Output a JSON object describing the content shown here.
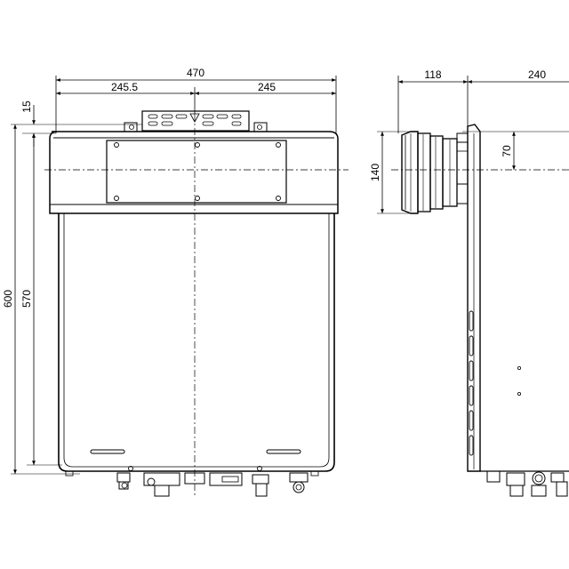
{
  "dimensions": {
    "total_width": "470",
    "left_half": "245.5",
    "right_half": "245",
    "top_offset": "15",
    "total_height": "600",
    "body_height": "570",
    "side_depth_front": "118",
    "side_depth_back": "240",
    "flue_height": "140",
    "flue_center": "70"
  }
}
